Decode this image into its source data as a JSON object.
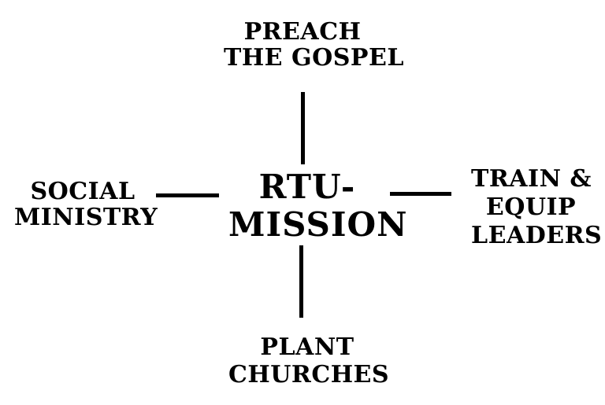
{
  "diagram": {
    "center": {
      "line1": "RTU-",
      "line2": "MISSION"
    },
    "top": {
      "line1": "PREACH",
      "line2": "THE GOSPEL"
    },
    "left": {
      "line1": "SOCIAL",
      "line2": "MINISTRY"
    },
    "right": {
      "line1": "TRAIN &",
      "line2": "EQUIP",
      "line3": "LEADERS"
    },
    "bottom": {
      "line1": "PLANT",
      "line2": "CHURCHES"
    },
    "colors": {
      "text": "#000000",
      "connector": "#000000",
      "background": "#ffffff"
    }
  }
}
